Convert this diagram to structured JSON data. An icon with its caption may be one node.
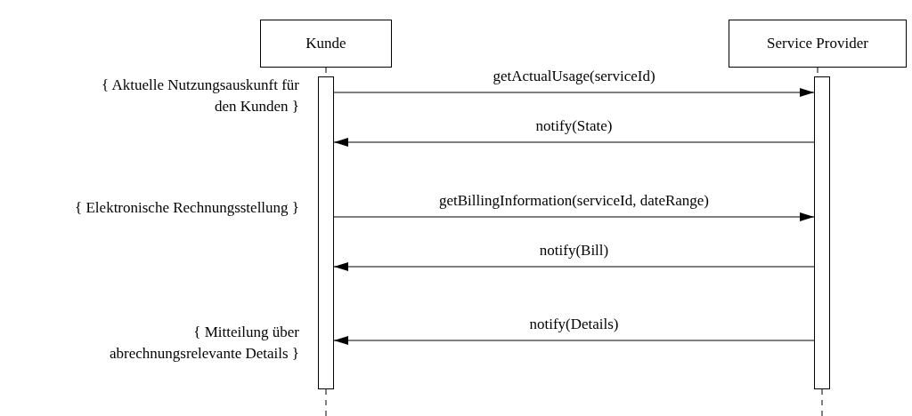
{
  "diagram": {
    "nodes": [
      {
        "text": [
          "Kunde"
        ]
      },
      {
        "text": [
          "Service Provider"
        ]
      },
      {
        "text": [],
        "shape": "bar"
      },
      {
        "text": [],
        "shape": "bar"
      }
    ],
    "edges": [
      {
        "from": 0,
        "to": 2,
        "arrow": "none",
        "style": "dashed"
      },
      {
        "from": 1,
        "to": 3,
        "arrow": "none",
        "style": "dashed"
      },
      {
        "from": 2,
        "to": 3,
        "arrow": "to",
        "label": "getActualUsage(serviceId)"
      },
      {
        "from": 3,
        "to": 2,
        "arrow": "to",
        "label": "notify(State)"
      },
      {
        "from": 2,
        "to": 3,
        "arrow": "to",
        "label": "getBillingInformation(serviceId, dateRange)"
      },
      {
        "from": 3,
        "to": 2,
        "arrow": "to",
        "label": "notify(Bill)"
      },
      {
        "from": 3,
        "to": 2,
        "arrow": "to",
        "label": "notify(Details)"
      },
      {
        "from": 2,
        "to": null,
        "arrow": "none",
        "style": "dashed"
      },
      {
        "from": 3,
        "to": null,
        "arrow": "none",
        "style": "dashed"
      }
    ],
    "labels": [
      "{ Aktuelle Nutzungsauskunft für den Kunden }",
      "{ Elektronische Rechnungsstellung }",
      "{ Mitteilung über abrechnungsrelevante Details }"
    ]
  }
}
